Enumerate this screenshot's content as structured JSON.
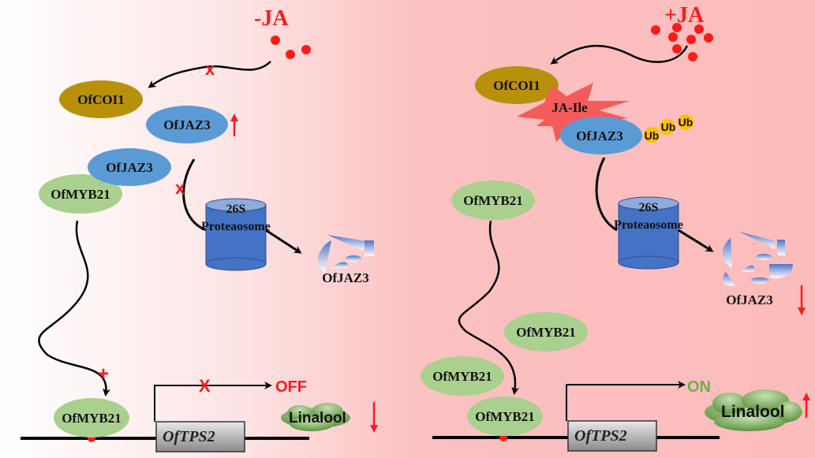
{
  "left": {
    "title": "-JA",
    "coi1": "OfCOI1",
    "jaz3_up": "OfJAZ3",
    "jaz3_bound": "OfJAZ3",
    "myb21": "OfMYB21",
    "proteasome_top": "26S",
    "proteasome_label": "Proteaosome",
    "degraded": "OfJAZ3",
    "myb21_bound": "OfMYB21",
    "gene": "OfTPS2",
    "state": "OFF",
    "product": "Linalool"
  },
  "right": {
    "title": "+JA",
    "coi1": "OfCOI1",
    "ja_ile": "JA-Ile",
    "jaz3": "OfJAZ3",
    "ub": [
      "Ub",
      "Ub",
      "Ub"
    ],
    "myb21_a": "OfMYB21",
    "myb21_b": "OfMYB21",
    "myb21_c": "OfMYB21",
    "myb21_bound": "OfMYB21",
    "proteasome_top": "26S",
    "proteasome_label": "Proteaosome",
    "degraded": "OfJAZ3",
    "gene": "OfTPS2",
    "state": "ON",
    "product": "Linalool"
  },
  "colors": {
    "red": "#ff1a1a",
    "coi1": "#b8900a",
    "jaz3": "#5b9bd5",
    "myb21": "#a9d08e",
    "proteasome": "#4472c4",
    "ub": "#ffc000",
    "on_green": "#70ad47"
  }
}
